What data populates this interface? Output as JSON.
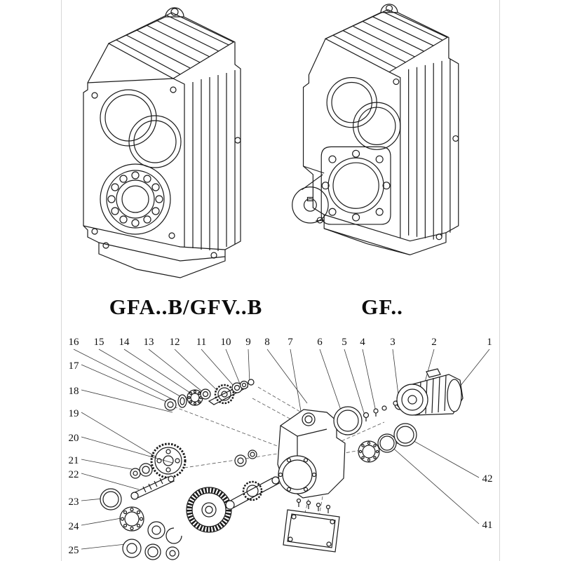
{
  "models": {
    "left_label": "GFA..B/GFV..B",
    "right_label": "GF.."
  },
  "exploded": {
    "top_numbers": [
      "16",
      "15",
      "14",
      "13",
      "12",
      "11",
      "10",
      "9",
      "8",
      "7",
      "6",
      "5",
      "4",
      "3",
      "2",
      "1"
    ],
    "left_numbers": [
      "17",
      "18",
      "19",
      "20",
      "21",
      "22",
      "23",
      "24",
      "25"
    ],
    "right_numbers": [
      "42",
      "41"
    ]
  },
  "colors": {
    "line": "#1a1a1a",
    "page_edge": "#d6d6d6"
  }
}
